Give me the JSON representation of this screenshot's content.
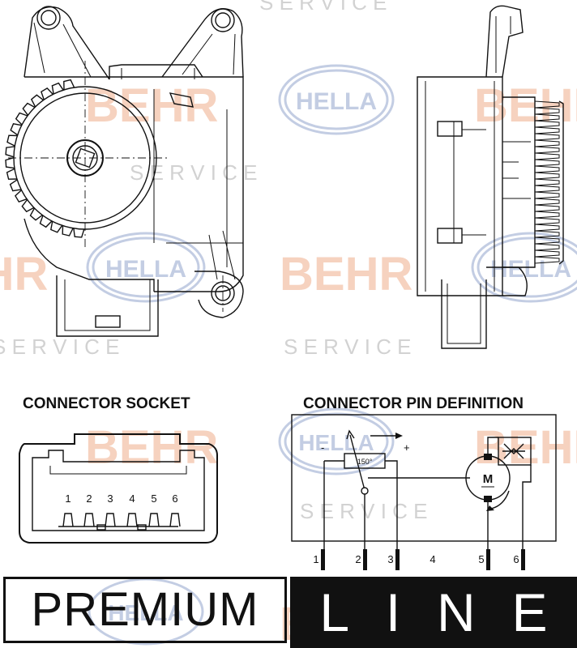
{
  "watermark": {
    "brand_hella": "HELLA",
    "brand_behr": "BEHR",
    "service_word": "S E R V I C E"
  },
  "headings": {
    "connector_socket": "CONNECTOR SOCKET",
    "pin_definition": "CONNECTOR PIN DEFINITION"
  },
  "socket": {
    "pins": [
      "1",
      "2",
      "3",
      "4",
      "5",
      "6"
    ]
  },
  "circuit": {
    "angle_label": "150°",
    "minus_sign": "-",
    "plus_sign": "+",
    "motor_label": "M",
    "pins": [
      "1",
      "2",
      "3",
      "4",
      "5",
      "6"
    ]
  },
  "banner": {
    "premium": "PREMIUM",
    "line_letters": [
      "L",
      "I",
      "N",
      "E"
    ]
  },
  "colors": {
    "hella_watermark": "#c3cde3",
    "behr_watermark": "#f6d2bf",
    "service_watermark": "#d2d2d2",
    "line_background": "#111111",
    "line_text": "#ffffff"
  }
}
